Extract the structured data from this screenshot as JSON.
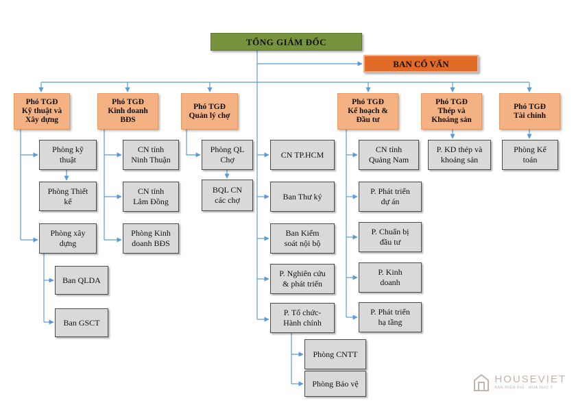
{
  "top": {
    "label": "TỔNG GIÁM ĐỐC"
  },
  "advisor": {
    "label": "BAN CỐ VẤN"
  },
  "vps": {
    "technical": "Phó TGĐ\nKỹ thuật và\nXây dựng",
    "business": "Phó TGĐ\nKinh doanh\nBĐS",
    "market": "Phó TGĐ\nQuản lý chợ",
    "planning": "Phó TGĐ\nKế hoạch &\nĐầu tư",
    "steel": "Phó TGĐ\nThép và\nKhoáng sản",
    "finance": "Phó TGĐ\nTài chính"
  },
  "depts": {
    "tech_dept": "Phòng kỹ\nthuật",
    "design_dept": "Phòng Thiết\nkế",
    "construction_dept": "Phòng xây\ndựng",
    "qlda": "Ban QLDA",
    "gsct": "Ban GSCT",
    "ninh_thuan": "CN tỉnh\nNinh Thuận",
    "lam_dong": "CN tỉnh\nLâm Đồng",
    "real_estate_dept": "Phòng Kinh\ndoanh BĐS",
    "market_dept": "Phòng QL\nChợ",
    "market_board": "BQL CN\ncác chợ",
    "hcm": "CN TP.HCM",
    "secretary": "Ban Thư ký",
    "internal_control": "Ban Kiểm\nsoát nội bộ",
    "rnd": "P. Nghiên cứu\n& phát triển",
    "hr_admin": "P. Tổ chức-\nHành chính",
    "it": "Phòng CNTT",
    "security": "Phòng Bảo vệ",
    "quang_nam": "CN tỉnh\nQuảng Nam",
    "project_dev": "P. Phát triển\ndự án",
    "investment_prep": "P. Chuẩn bị\nđầu tư",
    "sales": "P. Kinh\ndoanh",
    "infrastructure": "P. Phát triển\nhạ tầng",
    "steel_trade": "P. KD thép và\nkhoáng sản",
    "accounting": "Phòng Kế\ntoán"
  },
  "watermark": {
    "brand": "HOUSEVIET",
    "slogan": "BÁN MIỄN PHÍ · MUA NHƯ Ý"
  },
  "colors": {
    "connector": "#5b9bd5",
    "top_fill": "#76923c",
    "advisor_fill": "#e26b2a",
    "vp_fill": "#f4b183",
    "dept_fill": "#d9d9d9"
  }
}
